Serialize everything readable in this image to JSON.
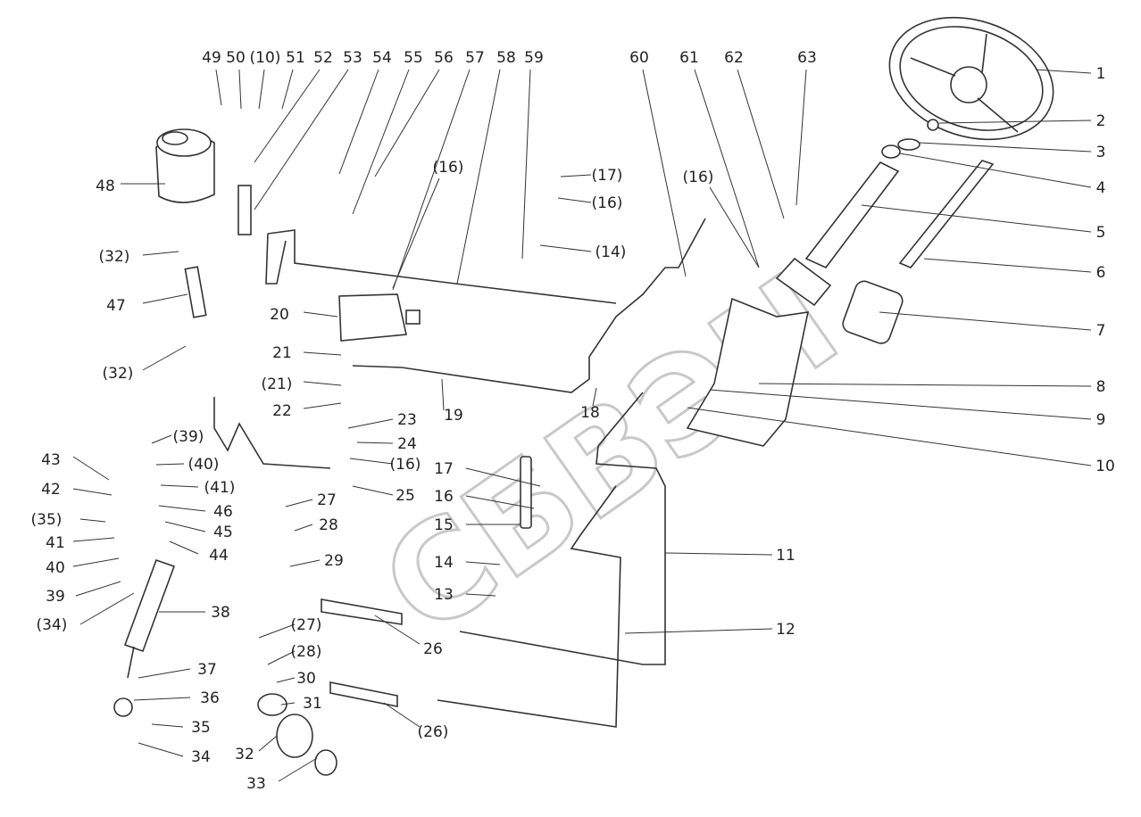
{
  "diagram": {
    "type": "exploded parts diagram",
    "watermark": "СБВЭН",
    "labels": [
      "49",
      "50",
      "(10)",
      "51",
      "52",
      "53",
      "54",
      "55",
      "56",
      "57",
      "58",
      "59",
      "60",
      "61",
      "62",
      "63",
      "1",
      "2",
      "3",
      "4",
      "5",
      "6",
      "7",
      "8",
      "9",
      "10",
      "11",
      "12",
      "48",
      "(32)",
      "47",
      "(32)",
      "43",
      "42",
      "(35)",
      "41",
      "40",
      "39",
      "(34)",
      "20",
      "21",
      "(21)",
      "22",
      "23",
      "24",
      "(16)",
      "25",
      "19",
      "18",
      "17",
      "16",
      "15",
      "14",
      "13",
      "26",
      "(26)",
      "(16)",
      "(17)",
      "(16)",
      "(14)",
      "(16)",
      "(39)",
      "(40)",
      "(41)",
      "46",
      "45",
      "44",
      "38",
      "37",
      "36",
      "35",
      "34",
      "27",
      "28",
      "29",
      "(27)",
      "(28)",
      "30",
      "31",
      "32",
      "33"
    ]
  }
}
